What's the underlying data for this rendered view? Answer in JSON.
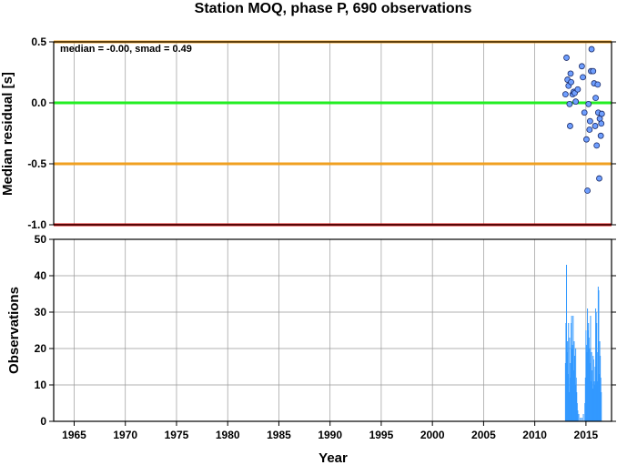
{
  "chart_data": [
    {
      "type": "scatter",
      "title": "Station MOQ, phase P, 690 observations",
      "ylabel": "Median residual [s]",
      "annotation": "median = -0.00, smad = 0.49",
      "xlim": [
        1963,
        2017.5
      ],
      "ylim": [
        -1.0,
        0.5
      ],
      "y_ticks": [
        "0.5",
        "0.0",
        "-0.5",
        "-1.0"
      ],
      "y_tick_values": [
        0.5,
        0.0,
        -0.5,
        -1.0
      ],
      "grid": true,
      "reference_lines": [
        {
          "y": 0.5,
          "color": "#f0a020"
        },
        {
          "y": 0.0,
          "color": "#22ee22"
        },
        {
          "y": -0.5,
          "color": "#f0a020"
        },
        {
          "y": -1.0,
          "color": "#dd1111"
        }
      ],
      "marker_color": "#6f9fff",
      "points": [
        {
          "x": 2013.0,
          "y": 0.07
        },
        {
          "x": 2013.1,
          "y": 0.37
        },
        {
          "x": 2013.2,
          "y": 0.19
        },
        {
          "x": 2013.3,
          "y": 0.14
        },
        {
          "x": 2013.4,
          "y": -0.01
        },
        {
          "x": 2013.45,
          "y": -0.19
        },
        {
          "x": 2013.5,
          "y": 0.24
        },
        {
          "x": 2013.55,
          "y": 0.17
        },
        {
          "x": 2013.7,
          "y": 0.07
        },
        {
          "x": 2013.8,
          "y": 0.09
        },
        {
          "x": 2013.9,
          "y": 0.08
        },
        {
          "x": 2014.0,
          "y": 0.01
        },
        {
          "x": 2014.2,
          "y": 0.11
        },
        {
          "x": 2014.6,
          "y": 0.3
        },
        {
          "x": 2014.7,
          "y": 0.21
        },
        {
          "x": 2014.85,
          "y": -0.08
        },
        {
          "x": 2015.05,
          "y": -0.3
        },
        {
          "x": 2015.15,
          "y": -0.72
        },
        {
          "x": 2015.25,
          "y": -0.01
        },
        {
          "x": 2015.35,
          "y": -0.22
        },
        {
          "x": 2015.4,
          "y": -0.15
        },
        {
          "x": 2015.5,
          "y": 0.26
        },
        {
          "x": 2015.55,
          "y": 0.44
        },
        {
          "x": 2015.7,
          "y": 0.26
        },
        {
          "x": 2015.8,
          "y": 0.16
        },
        {
          "x": 2015.9,
          "y": -0.19
        },
        {
          "x": 2015.95,
          "y": 0.04
        },
        {
          "x": 2016.05,
          "y": -0.35
        },
        {
          "x": 2016.15,
          "y": 0.15
        },
        {
          "x": 2016.2,
          "y": -0.08
        },
        {
          "x": 2016.3,
          "y": -0.62
        },
        {
          "x": 2016.35,
          "y": -0.13
        },
        {
          "x": 2016.45,
          "y": -0.27
        },
        {
          "x": 2016.5,
          "y": -0.17
        },
        {
          "x": 2016.55,
          "y": -0.09
        }
      ]
    },
    {
      "type": "bar",
      "xlabel": "Year",
      "ylabel": "Observations",
      "xlim": [
        1963,
        2017.5
      ],
      "ylim": [
        0,
        50
      ],
      "x_ticks": [
        "1965",
        "1970",
        "1975",
        "1980",
        "1985",
        "1990",
        "1995",
        "2000",
        "2005",
        "2010",
        "2015"
      ],
      "x_tick_values": [
        1965,
        1970,
        1975,
        1980,
        1985,
        1990,
        1995,
        2000,
        2005,
        2010,
        2015
      ],
      "y_ticks": [
        "0",
        "10",
        "20",
        "30",
        "40",
        "50"
      ],
      "y_tick_values": [
        0,
        10,
        20,
        30,
        40,
        50
      ],
      "grid": true,
      "bar_color": "#3399ff",
      "bars": [
        {
          "x": 2013.0,
          "y": 16
        },
        {
          "x": 2013.05,
          "y": 27
        },
        {
          "x": 2013.1,
          "y": 43
        },
        {
          "x": 2013.15,
          "y": 19
        },
        {
          "x": 2013.2,
          "y": 22
        },
        {
          "x": 2013.25,
          "y": 13
        },
        {
          "x": 2013.3,
          "y": 27
        },
        {
          "x": 2013.35,
          "y": 8
        },
        {
          "x": 2013.4,
          "y": 23
        },
        {
          "x": 2013.45,
          "y": 12
        },
        {
          "x": 2013.5,
          "y": 16
        },
        {
          "x": 2013.55,
          "y": 27
        },
        {
          "x": 2013.6,
          "y": 29
        },
        {
          "x": 2013.65,
          "y": 20
        },
        {
          "x": 2013.7,
          "y": 21
        },
        {
          "x": 2013.75,
          "y": 29
        },
        {
          "x": 2013.8,
          "y": 14
        },
        {
          "x": 2013.85,
          "y": 22
        },
        {
          "x": 2013.9,
          "y": 18
        },
        {
          "x": 2013.95,
          "y": 10
        },
        {
          "x": 2014.0,
          "y": 20
        },
        {
          "x": 2014.05,
          "y": 12
        },
        {
          "x": 2014.1,
          "y": 8
        },
        {
          "x": 2014.15,
          "y": 5
        },
        {
          "x": 2014.2,
          "y": 3
        },
        {
          "x": 2014.3,
          "y": 2
        },
        {
          "x": 2014.45,
          "y": 1
        },
        {
          "x": 2014.6,
          "y": 1
        },
        {
          "x": 2014.75,
          "y": 2
        },
        {
          "x": 2014.9,
          "y": 5
        },
        {
          "x": 2014.95,
          "y": 12
        },
        {
          "x": 2015.0,
          "y": 25
        },
        {
          "x": 2015.05,
          "y": 21
        },
        {
          "x": 2015.1,
          "y": 19
        },
        {
          "x": 2015.15,
          "y": 31
        },
        {
          "x": 2015.2,
          "y": 25
        },
        {
          "x": 2015.25,
          "y": 27
        },
        {
          "x": 2015.3,
          "y": 23
        },
        {
          "x": 2015.35,
          "y": 20
        },
        {
          "x": 2015.4,
          "y": 16
        },
        {
          "x": 2015.45,
          "y": 29
        },
        {
          "x": 2015.5,
          "y": 11
        },
        {
          "x": 2015.55,
          "y": 19
        },
        {
          "x": 2015.6,
          "y": 14
        },
        {
          "x": 2015.65,
          "y": 9
        },
        {
          "x": 2015.7,
          "y": 18
        },
        {
          "x": 2015.75,
          "y": 17
        },
        {
          "x": 2015.8,
          "y": 11
        },
        {
          "x": 2015.85,
          "y": 10
        },
        {
          "x": 2015.9,
          "y": 15
        },
        {
          "x": 2015.95,
          "y": 31
        },
        {
          "x": 2016.0,
          "y": 30
        },
        {
          "x": 2016.05,
          "y": 27
        },
        {
          "x": 2016.1,
          "y": 19
        },
        {
          "x": 2016.15,
          "y": 11
        },
        {
          "x": 2016.2,
          "y": 37
        },
        {
          "x": 2016.25,
          "y": 36
        },
        {
          "x": 2016.3,
          "y": 13
        },
        {
          "x": 2016.35,
          "y": 22
        },
        {
          "x": 2016.4,
          "y": 18
        },
        {
          "x": 2016.45,
          "y": 12
        },
        {
          "x": 2016.5,
          "y": 8
        }
      ]
    }
  ]
}
